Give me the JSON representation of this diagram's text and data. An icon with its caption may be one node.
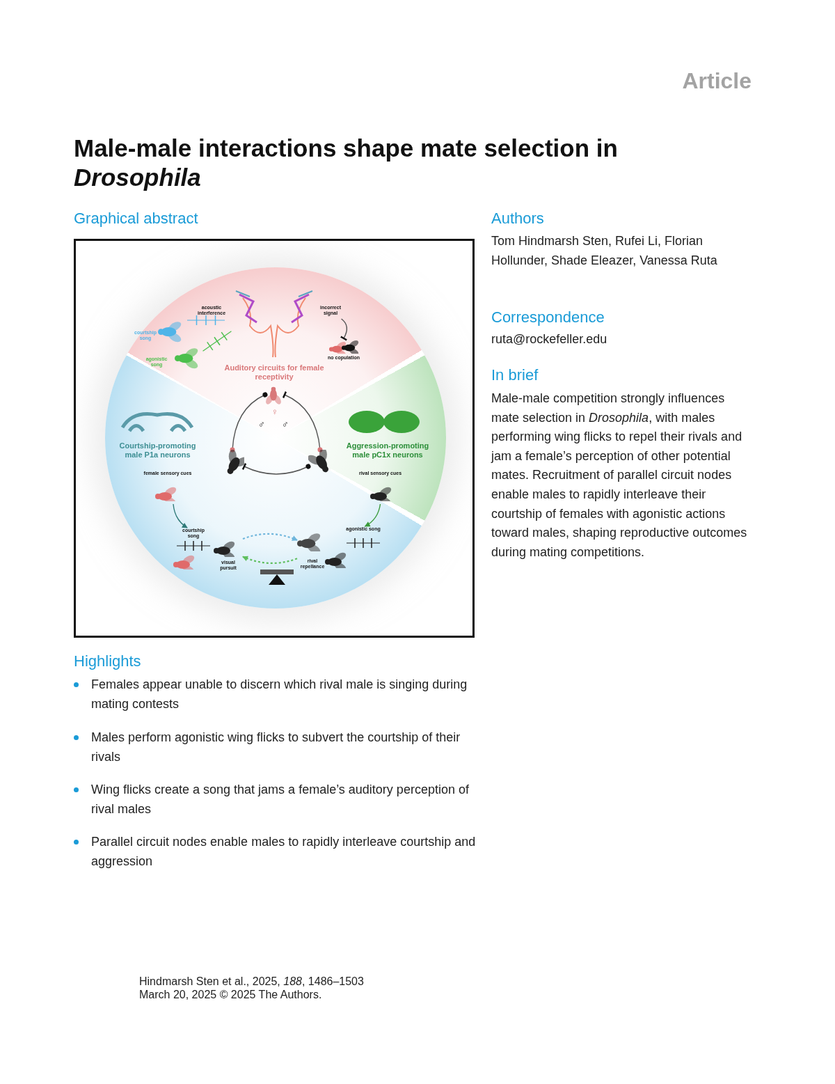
{
  "diagram": {
    "title": "Male-male interactions shape mate selection in *Drosophila*",
    "nodes": [
      {
        "text": [
          "incorrect signal"
        ]
      },
      {
        "text": [
          "no copulation"
        ]
      },
      {
        "text": [],
        "shape": "picture"
      },
      {
        "text": [],
        "shape": "picture"
      },
      {
        "text": [],
        "shape": "picture"
      },
      {
        "text": [
          "female sensory cues"
        ]
      },
      {
        "text": [
          "courtship song",
          "visual pursuit"
        ]
      },
      {
        "text": [
          "rival sensory cues"
        ]
      },
      {
        "text": [
          "agonistic song",
          "rival repellance"
        ]
      }
    ],
    "edges": [
      {
        "from": 0,
        "to": 1,
        "arrow": "other"
      },
      {
        "from": 3,
        "to": 2,
        "arrow": "other"
      },
      {
        "from": 2,
        "to": 4,
        "arrow": "other"
      },
      {
        "from": 4,
        "to": 3,
        "arrow": "other"
      },
      {
        "from": 5,
        "to": 6,
        "arrow": "to",
        "color": "#2f7a78"
      },
      {
        "from": 7,
        "to": 8,
        "arrow": "to",
        "color": "#3a9a3a"
      },
      {
        "from": 6,
        "to": 8,
        "arrow": "to",
        "style": "dashed",
        "color": "#6fb6dc"
      },
      {
        "from": 8,
        "to": 6,
        "arrow": "to",
        "style": "dashed",
        "color": "#5fbf5f"
      }
    ],
    "labels": [
      "Article",
      "Graphical abstract",
      "Authors",
      "Tom Hindmarsh Sten, Rufei Li, Florian Hollunder, Shade Eleazer, Vanessa Ruta",
      "Correspondence",
      "ruta@rockefeller.edu",
      "In brief",
      "Male-male competition strongly influences mate selection in *Drosophila*, with males performing wing flicks to repel their rivals and jam a female’s perception of other potential mates. Recruitment of parallel circuit nodes enable males to rapidly interleave their courtship of females with agonistic actions toward males, shaping reproductive outcomes during mating competitions.",
      "acoustic interference",
      "courtship song",
      "agonistic song",
      "Auditory circuits for female receptivity",
      "♀",
      "♂",
      "♂",
      "Courtship-promoting male P1a neurons",
      "Aggression-promoting male pC1x neurons",
      "Highlights",
      "Females appear unable to discern which rival male is singing during mating contests",
      "Males perform agonistic wing flicks to subvert the courtship of their rivals",
      "Wing flicks create a song that jams a female’s auditory perception of rival males",
      "Parallel circuit nodes enable males to rapidly interleave courtship and aggression",
      "Hindmarsh Sten et al., 2025, *188*, 1486–1503",
      "March 20, 2025 © 2025 The Authors."
    ]
  }
}
